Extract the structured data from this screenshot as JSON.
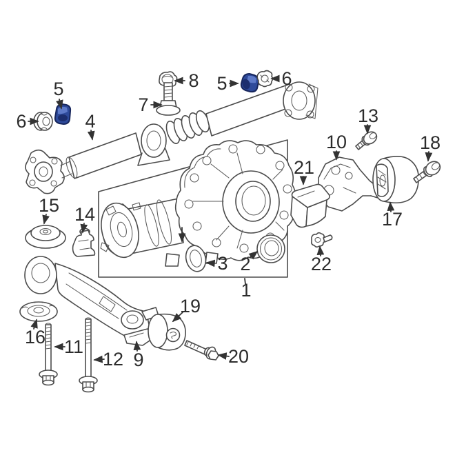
{
  "figure": {
    "type": "exploded-parts-diagram",
    "highlighted_part_number": "5",
    "colors": {
      "background": "#ffffff",
      "line": "#4b4b4b",
      "label": "#2c2c2c",
      "highlight_fill": "#2e4a9a",
      "highlight_outline": "#17265c",
      "highlight_light": "#5e7ac8",
      "highlight_shadow": "#1c2e6e"
    },
    "callouts": [
      {
        "part": "1"
      },
      {
        "part": "2"
      },
      {
        "part": "3"
      },
      {
        "part": "4"
      },
      {
        "part": "5",
        "variant": "left",
        "highlighted": true
      },
      {
        "part": "5",
        "variant": "right",
        "highlighted": true
      },
      {
        "part": "6",
        "variant": "left"
      },
      {
        "part": "6",
        "variant": "right"
      },
      {
        "part": "7"
      },
      {
        "part": "8"
      },
      {
        "part": "9"
      },
      {
        "part": "10"
      },
      {
        "part": "11"
      },
      {
        "part": "12"
      },
      {
        "part": "13"
      },
      {
        "part": "14"
      },
      {
        "part": "15"
      },
      {
        "part": "16"
      },
      {
        "part": "17"
      },
      {
        "part": "18"
      },
      {
        "part": "19"
      },
      {
        "part": "20"
      },
      {
        "part": "21"
      },
      {
        "part": "22"
      }
    ]
  }
}
